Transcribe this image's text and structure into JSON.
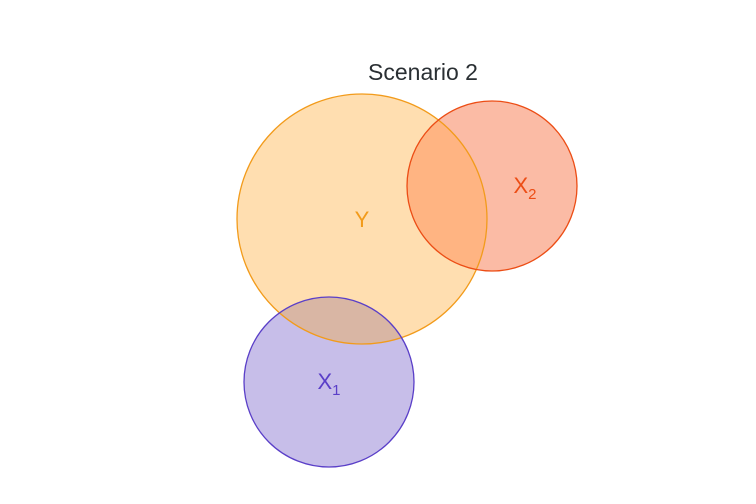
{
  "diagram": {
    "title": "Scenario 2",
    "sets": [
      {
        "id": "Y",
        "label": "Y",
        "subscript": "",
        "fill": "#ffdeb0",
        "stroke": "#f29b1b",
        "text_color": "#f29b1b"
      },
      {
        "id": "X2",
        "label": "X",
        "subscript": "2",
        "fill": "#fbbba5",
        "stroke": "#ec4d15",
        "text_color": "#ec4d15"
      },
      {
        "id": "X1",
        "label": "X",
        "subscript": "1",
        "fill": "#c7bee9",
        "stroke": "#5a3fc8",
        "text_color": "#5a3fc8"
      }
    ],
    "overlaps": [
      {
        "sets": [
          "Y",
          "X2"
        ],
        "fill": "#ffb482"
      },
      {
        "sets": [
          "Y",
          "X1"
        ],
        "fill": "#d9b6a4"
      }
    ]
  }
}
